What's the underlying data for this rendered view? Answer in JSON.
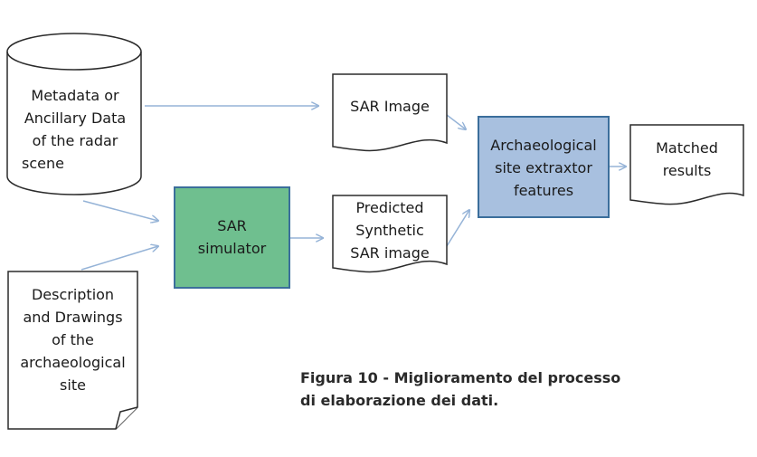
{
  "colors": {
    "simulator_fill": "#6fbf8f",
    "simulator_border": "#3b6e9b",
    "extractor_fill": "#a8c0df",
    "extractor_border": "#3b6e9b",
    "shape_border": "#2b2b2b",
    "connector": "#95b3d7"
  },
  "nodes": {
    "metadata": {
      "shape": "cylinder",
      "lines": [
        "Metadata or",
        "Ancillary Data",
        "of the radar",
        "scene"
      ]
    },
    "description": {
      "shape": "document-folded",
      "lines": [
        "Description",
        "and Drawings",
        "of the",
        "archaeological",
        "site"
      ]
    },
    "sar_simulator": {
      "shape": "process",
      "lines": [
        "SAR",
        "simulator"
      ]
    },
    "sar_image": {
      "shape": "document",
      "lines": [
        "SAR Image"
      ]
    },
    "predicted": {
      "shape": "document",
      "lines": [
        "Predicted",
        "Synthetic",
        "SAR image"
      ]
    },
    "extractor": {
      "shape": "process",
      "lines": [
        "Archaeological",
        "site extraxtor",
        "features"
      ]
    },
    "matched": {
      "shape": "document",
      "lines": [
        "Matched",
        "results"
      ]
    }
  },
  "edges": [
    {
      "from": "metadata",
      "to": "sar_image"
    },
    {
      "from": "metadata",
      "to": "sar_simulator"
    },
    {
      "from": "description",
      "to": "sar_simulator"
    },
    {
      "from": "sar_simulator",
      "to": "predicted"
    },
    {
      "from": "sar_image",
      "to": "extractor"
    },
    {
      "from": "predicted",
      "to": "extractor"
    },
    {
      "from": "extractor",
      "to": "matched"
    }
  ],
  "caption": {
    "line1": "Figura 10 - Miglioramento del processo",
    "line2": "di elaborazione dei dati."
  }
}
